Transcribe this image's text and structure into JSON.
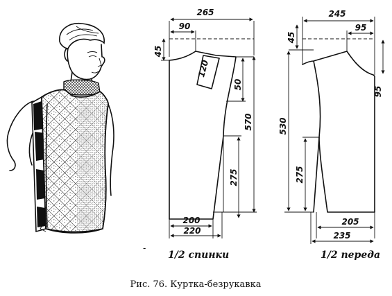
{
  "back": {
    "label": "1/2 спинки",
    "dims": {
      "width_top": "265",
      "neck_width": "90",
      "shoulder_drop": "45",
      "armhole_piece": "120",
      "armhole_depth": "50",
      "side_length": "570",
      "slit_length": "275",
      "hem_half": "200",
      "hem_full": "220"
    }
  },
  "front": {
    "label": "1/2 переда",
    "dims": {
      "width_top": "245",
      "neck_width": "95",
      "shoulder_drop": "45",
      "neck_depth": "95",
      "side_length": "530",
      "slit_length": "275",
      "hem_half": "205",
      "hem_full": "235"
    }
  },
  "caption": "Рис. 76. Куртка-безрукавка"
}
